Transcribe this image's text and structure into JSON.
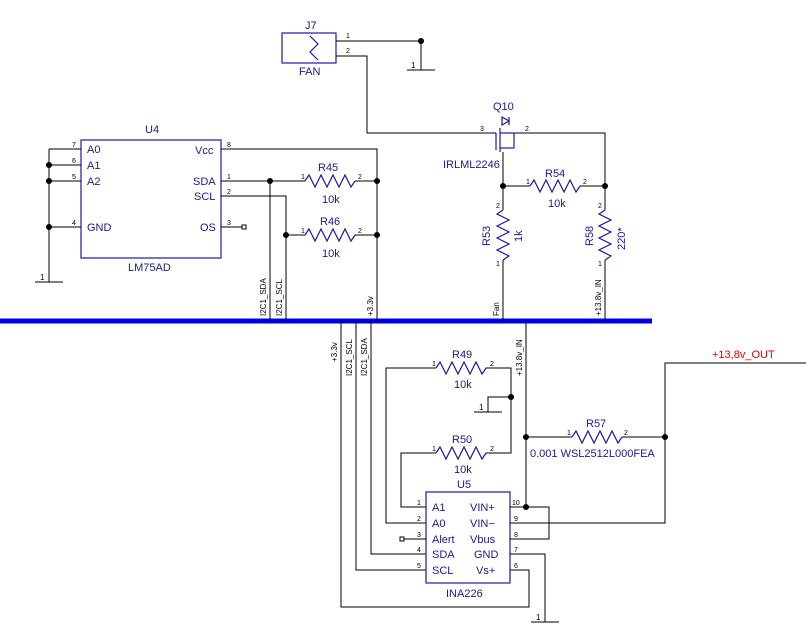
{
  "connector": {
    "ref": "J7",
    "value": "FAN",
    "pins": [
      "1",
      "2"
    ]
  },
  "transistor": {
    "ref": "Q10",
    "value": "IRLML2246",
    "pins": [
      "3",
      "2"
    ]
  },
  "u4": {
    "ref": "U4",
    "value": "LM75AD",
    "left_pins": [
      {
        "name": "A0",
        "num": "7"
      },
      {
        "name": "A1",
        "num": "6"
      },
      {
        "name": "A2",
        "num": "5"
      },
      {
        "name": "GND",
        "num": "4"
      }
    ],
    "right_pins": [
      {
        "name": "Vcc",
        "num": "8"
      },
      {
        "name": "SDA",
        "num": "1"
      },
      {
        "name": "SCL",
        "num": "2"
      },
      {
        "name": "OS",
        "num": "3"
      }
    ]
  },
  "u5": {
    "ref": "U5",
    "value": "INA226",
    "left_pins": [
      {
        "name": "A1",
        "num": "1"
      },
      {
        "name": "A0",
        "num": "2"
      },
      {
        "name": "Alert",
        "num": "3"
      },
      {
        "name": "SDA",
        "num": "4"
      },
      {
        "name": "SCL",
        "num": "5"
      }
    ],
    "right_pins": [
      {
        "name": "VIN+",
        "num": "10"
      },
      {
        "name": "VIN−",
        "num": "9"
      },
      {
        "name": "Vbus",
        "num": "8"
      },
      {
        "name": "GND",
        "num": "7"
      },
      {
        "name": "Vs+",
        "num": "6"
      }
    ]
  },
  "resistors": {
    "r45": {
      "ref": "R45",
      "value": "10k"
    },
    "r46": {
      "ref": "R46",
      "value": "10k"
    },
    "r54": {
      "ref": "R54",
      "value": "10k"
    },
    "r53": {
      "ref": "R53",
      "value": "1k"
    },
    "r58": {
      "ref": "R58",
      "value": "220*"
    },
    "r49": {
      "ref": "R49",
      "value": "10k"
    },
    "r50": {
      "ref": "R50",
      "value": "10k"
    },
    "r57": {
      "ref": "R57",
      "value": "0.001 WSL2512L000FEA"
    }
  },
  "pin_numbers": {
    "one": "1",
    "two": "2"
  },
  "ground_label": "1",
  "nets": {
    "i2c_sda": "I2C1_SDA",
    "i2c_scl": "I2C1_SCL",
    "v33": "+3.3v",
    "fan": "Fan",
    "v138_in": "+13.8v_IN",
    "output": "+13,8v_OUT"
  },
  "colors": {
    "bus": "#0000e0",
    "symbol": "#1a1a8c",
    "wire": "#000000",
    "output_label": "#e00000"
  }
}
